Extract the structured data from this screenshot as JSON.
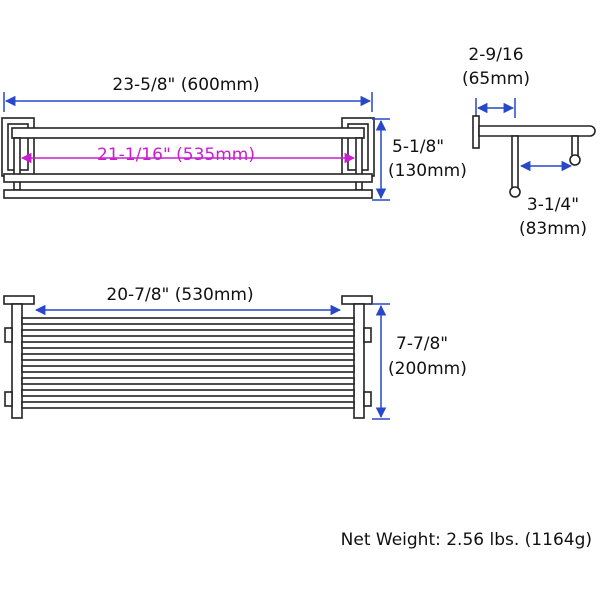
{
  "dimensions": {
    "overall_width": "23-5/8\" (600mm)",
    "inner_width": "21-1/16\" (535mm)",
    "front_height_in": "5-1/8\"",
    "front_height_mm": "(130mm)",
    "side_top_in": "2-9/16",
    "side_top_mm": "(65mm)",
    "side_bottom_in": "3-1/4\"",
    "side_bottom_mm": "(83mm)",
    "top_width": "20-7/8\" (530mm)",
    "depth_in": "7-7/8\"",
    "depth_mm": "(200mm)"
  },
  "net_weight": "Net Weight: 2.56 lbs. (1164g)",
  "colors": {
    "outline": "#222222",
    "dimension_line": "#2748c8",
    "inner_dimension": "#c81ecf",
    "background": "#ffffff"
  }
}
